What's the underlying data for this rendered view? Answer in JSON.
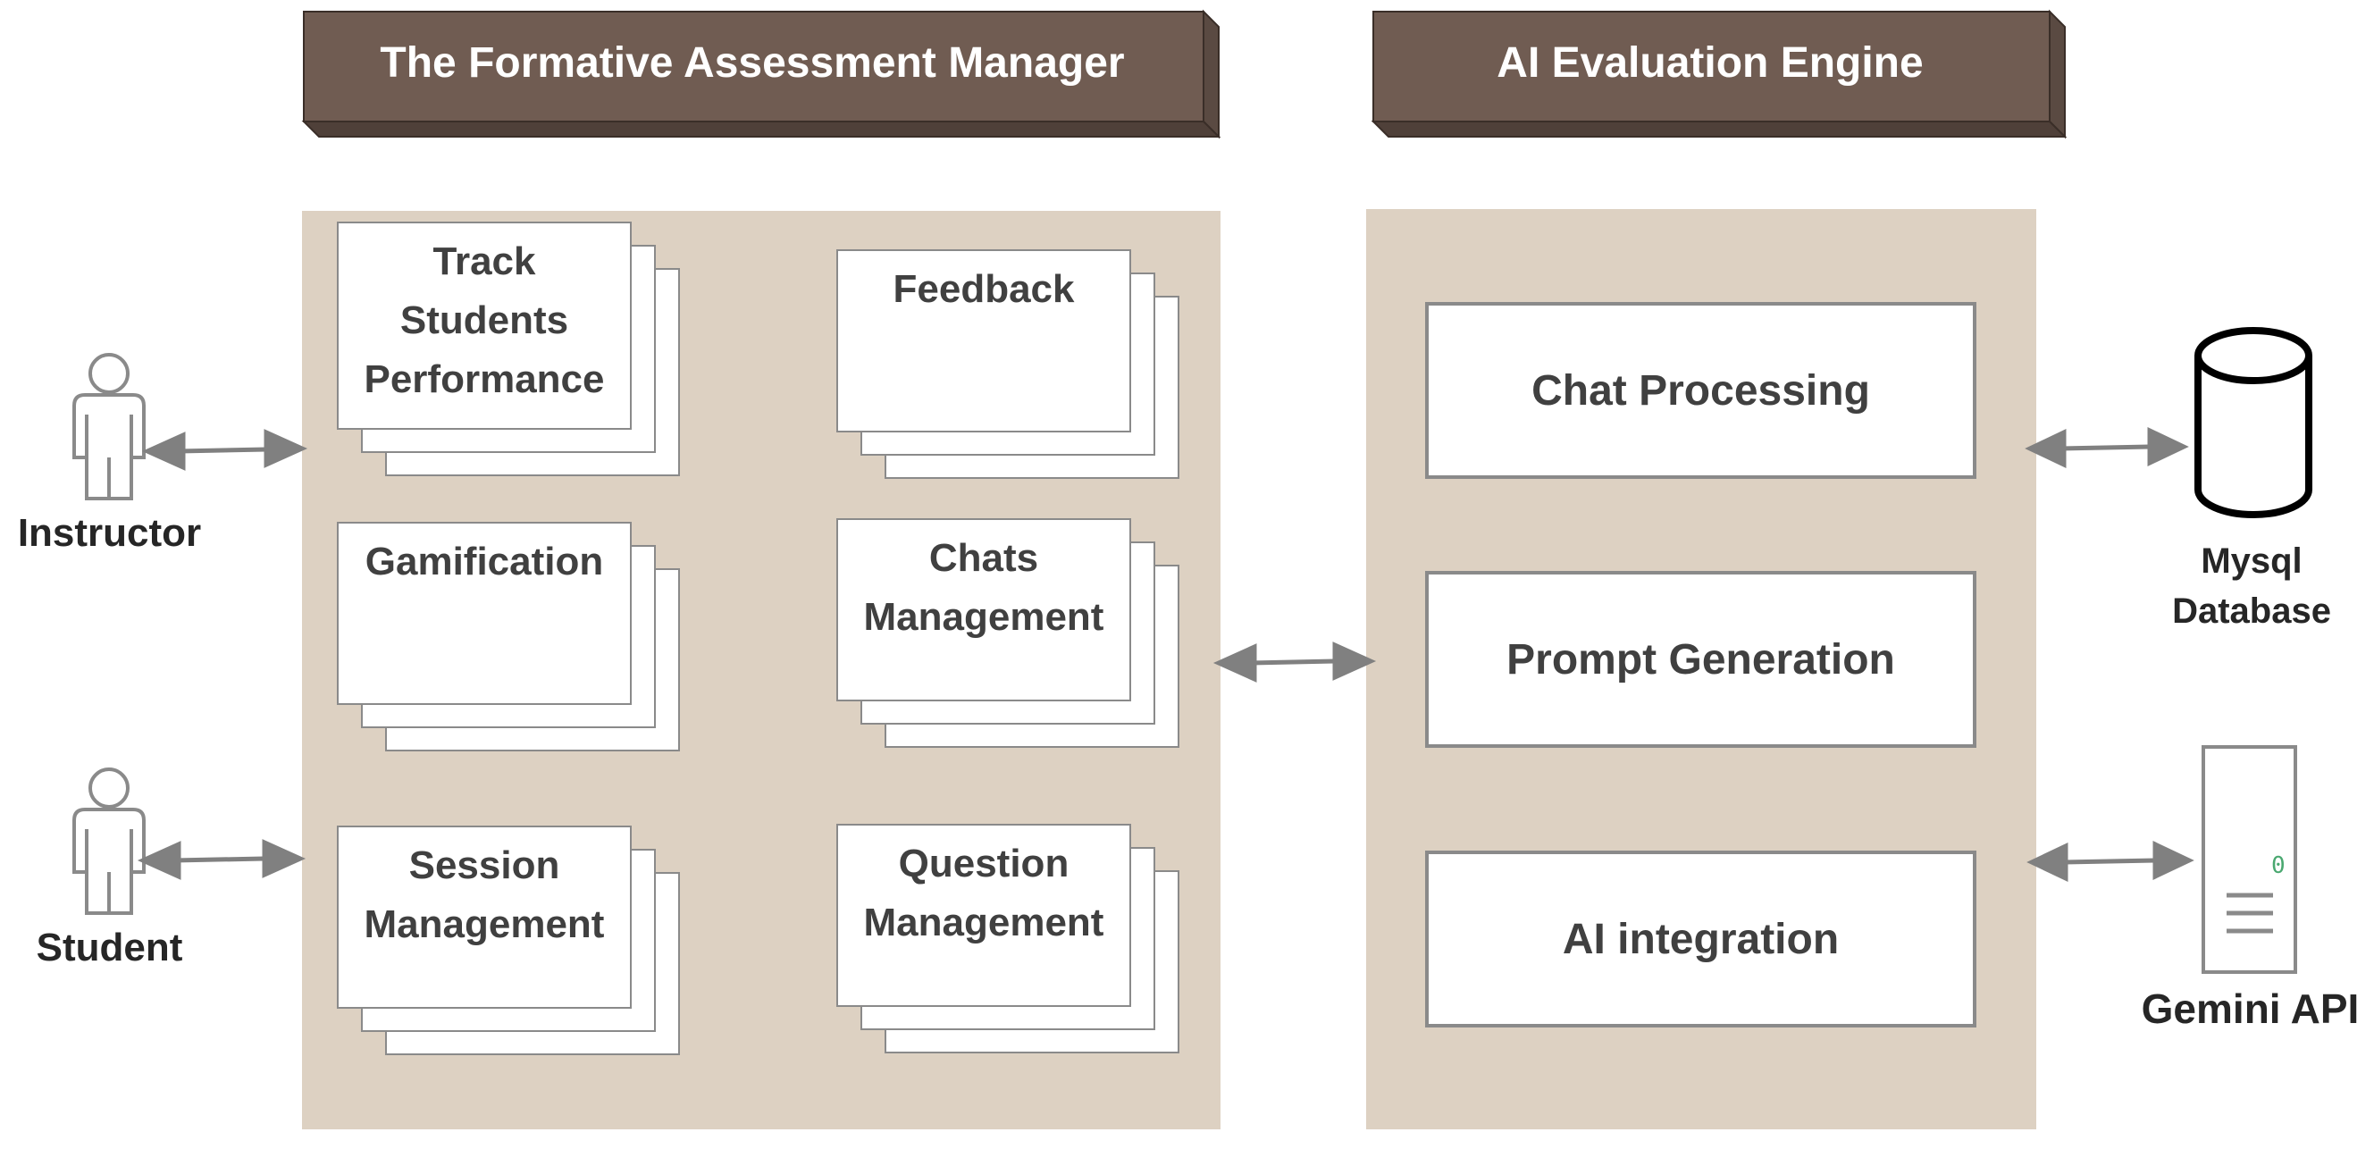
{
  "colors": {
    "banner_fill": "#705c52",
    "banner_text": "#ffffff",
    "panel_fill": "#ddd1c2",
    "box_border": "#8a8a8a",
    "arrow": "#808080",
    "text_dark": "#404040"
  },
  "headers": {
    "left": "The Formative Assessment Manager",
    "right": "AI Evaluation Engine"
  },
  "manager_modules": [
    {
      "lines": [
        "Track",
        "Students",
        "Performance"
      ]
    },
    {
      "lines": [
        "Feedback"
      ]
    },
    {
      "lines": [
        "Gamification"
      ]
    },
    {
      "lines": [
        "Chats",
        "Management"
      ]
    },
    {
      "lines": [
        "Session",
        "Management"
      ]
    },
    {
      "lines": [
        "Question",
        "Management"
      ]
    }
  ],
  "engine_modules": [
    "Chat Processing",
    "Prompt Generation",
    "AI integration"
  ],
  "actors": {
    "instructor": {
      "label": "Instructor",
      "icon": "person-icon"
    },
    "student": {
      "label": "Student",
      "icon": "person-icon"
    }
  },
  "external": {
    "database": {
      "lines": [
        "Mysql",
        "Database"
      ],
      "icon": "database-cylinder-icon"
    },
    "api": {
      "label": "Gemini API",
      "icon": "server-icon",
      "indicator": "0"
    }
  }
}
